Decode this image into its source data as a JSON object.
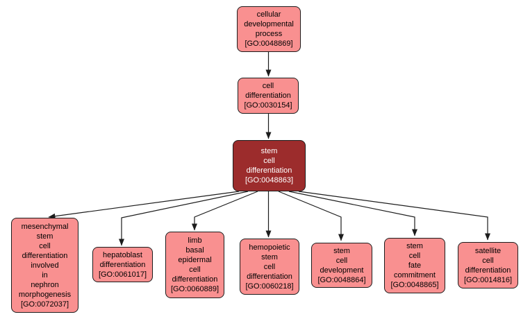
{
  "diagram": {
    "kind": "gene-ontology-term-graph",
    "colors": {
      "node_fill": "#f99090",
      "highlight_fill": "#9c2c2c",
      "node_border": "#1c1c1c",
      "edge": "#1c1c1c",
      "node_text": "#000000",
      "highlight_text": "#ffffff",
      "background": "#ffffff"
    },
    "nodes": [
      {
        "go_id": "GO:0048869",
        "label": "cellular developmental process",
        "highlighted": false,
        "lines": [
          "cellular",
          "developmental",
          "process",
          "[GO:0048869]"
        ]
      },
      {
        "go_id": "GO:0030154",
        "label": "cell differentiation",
        "highlighted": false,
        "lines": [
          "cell",
          "differentiation",
          "[GO:0030154]"
        ]
      },
      {
        "go_id": "GO:0048863",
        "label": "stem cell differentiation",
        "highlighted": true,
        "lines": [
          "stem",
          "cell",
          "differentiation",
          "[GO:0048863]"
        ]
      },
      {
        "go_id": "GO:0072037",
        "label": "mesenchymal stem cell differentiation involved in nephron morphogenesis",
        "highlighted": false,
        "lines": [
          "mesenchymal",
          "stem",
          "cell",
          "differentiation",
          "involved",
          "in",
          "nephron",
          "morphogenesis",
          "[GO:0072037]"
        ]
      },
      {
        "go_id": "GO:0061017",
        "label": "hepatoblast differentiation",
        "highlighted": false,
        "lines": [
          "hepatoblast",
          "differentiation",
          "[GO:0061017]"
        ]
      },
      {
        "go_id": "GO:0060889",
        "label": "limb basal epidermal cell differentiation",
        "highlighted": false,
        "lines": [
          "limb",
          "basal",
          "epidermal",
          "cell",
          "differentiation",
          "[GO:0060889]"
        ]
      },
      {
        "go_id": "GO:0060218",
        "label": "hemopoietic stem cell differentiation",
        "highlighted": false,
        "lines": [
          "hemopoietic",
          "stem",
          "cell",
          "differentiation",
          "[GO:0060218]"
        ]
      },
      {
        "go_id": "GO:0048864",
        "label": "stem cell development",
        "highlighted": false,
        "lines": [
          "stem",
          "cell",
          "development",
          "[GO:0048864]"
        ]
      },
      {
        "go_id": "GO:0048865",
        "label": "stem cell fate commitment",
        "highlighted": false,
        "lines": [
          "stem",
          "cell",
          "fate",
          "commitment",
          "[GO:0048865]"
        ]
      },
      {
        "go_id": "GO:0014816",
        "label": "satellite cell differentiation",
        "highlighted": false,
        "lines": [
          "satellite",
          "cell",
          "differentiation",
          "[GO:0014816]"
        ]
      }
    ],
    "edges": [
      {
        "from": "GO:0048869",
        "to": "GO:0030154"
      },
      {
        "from": "GO:0030154",
        "to": "GO:0048863"
      },
      {
        "from": "GO:0048863",
        "to": "GO:0072037"
      },
      {
        "from": "GO:0048863",
        "to": "GO:0061017"
      },
      {
        "from": "GO:0048863",
        "to": "GO:0060889"
      },
      {
        "from": "GO:0048863",
        "to": "GO:0060218"
      },
      {
        "from": "GO:0048863",
        "to": "GO:0048864"
      },
      {
        "from": "GO:0048863",
        "to": "GO:0048865"
      },
      {
        "from": "GO:0048863",
        "to": "GO:0014816"
      }
    ]
  }
}
